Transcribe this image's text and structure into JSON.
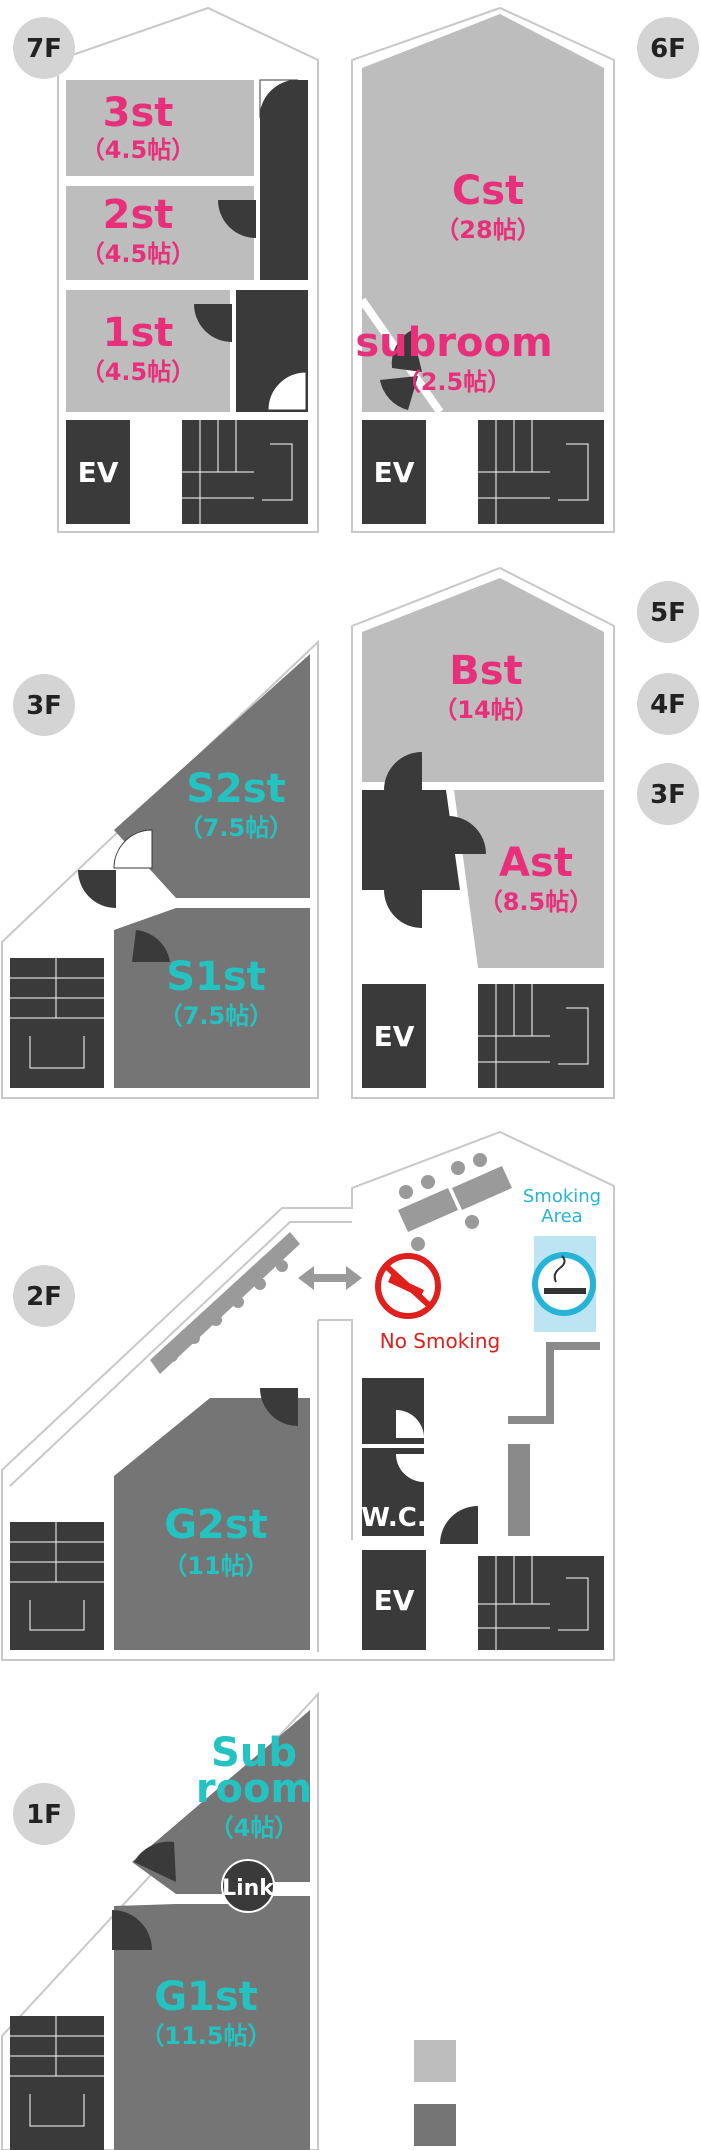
{
  "floors": {
    "f7": "7F",
    "f6": "6F",
    "f5": "5F",
    "f4": "4F",
    "f3a": "3F",
    "f3b": "3F",
    "f2": "2F",
    "f1": "1F"
  },
  "rooms": {
    "r3st": {
      "name": "3st",
      "size": "（4.5帖）"
    },
    "r2st": {
      "name": "2st",
      "size": "（4.5帖）"
    },
    "r1st": {
      "name": "1st",
      "size": "（4.5帖）"
    },
    "cst": {
      "name": "Cst",
      "size": "（28帖）"
    },
    "subroom6": {
      "name": "subroom",
      "size": "（2.5帖）"
    },
    "s2st": {
      "name": "S2st",
      "size": "（7.5帖）"
    },
    "s1st": {
      "name": "S1st",
      "size": "（7.5帖）"
    },
    "bst": {
      "name": "Bst",
      "size": "（14帖）"
    },
    "ast": {
      "name": "Ast",
      "size": "（8.5帖）"
    },
    "g2st": {
      "name": "G2st",
      "size": "（11帖）"
    },
    "sub1": {
      "name1": "Sub",
      "name2": "room",
      "size": "（4帖）"
    },
    "g1st": {
      "name": "G1st",
      "size": "（11.5帖）"
    }
  },
  "labels": {
    "ev": "EV",
    "wc": "W.C.",
    "link": "Link",
    "smoking1": "Smoking",
    "smoking2": "Area",
    "no_smoking": "No Smoking"
  },
  "colors": {
    "light_room": "#bdbdbd",
    "dark_room": "#757575",
    "fixture": "#3a3a3a",
    "pink": "#e8307a",
    "teal": "#25c2c2"
  }
}
